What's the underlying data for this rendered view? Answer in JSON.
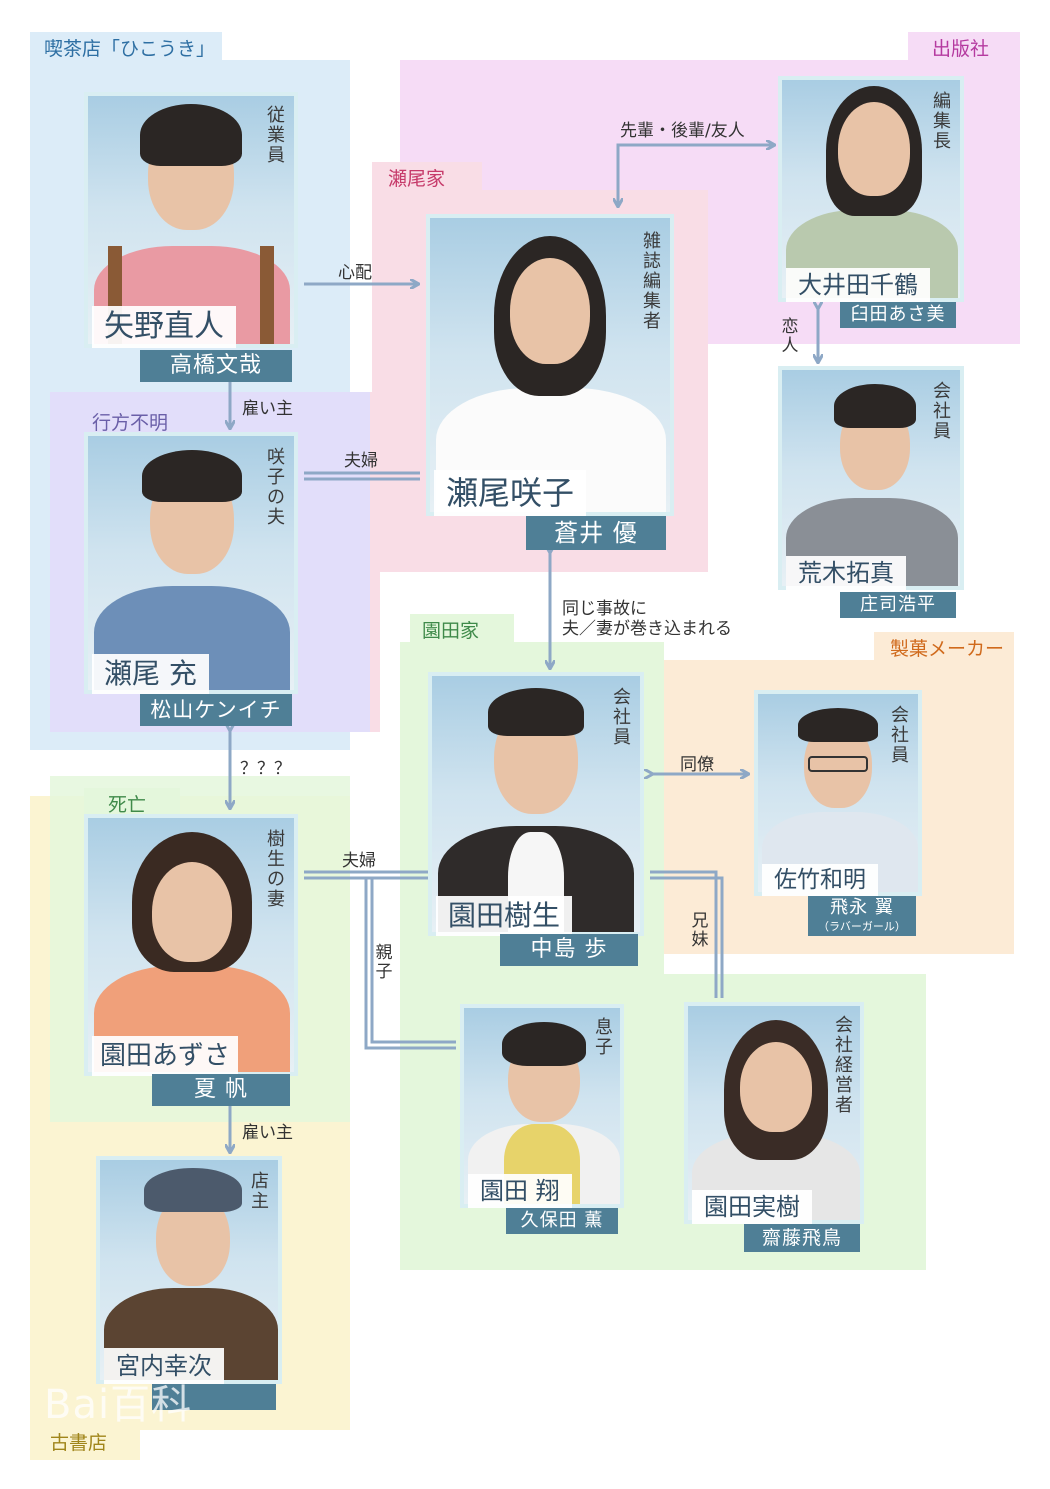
{
  "groups": {
    "kissaten": "喫茶店「ひこうき」",
    "shuppansha": "出版社",
    "seoke": "瀬尾家",
    "yukuefumei": "行方不明",
    "sonodake": "園田家",
    "seika": "製菓メーカー",
    "shibou": "死亡",
    "furushoten": "古書店"
  },
  "characters": {
    "yano": {
      "role": "従業員",
      "name": "矢野直人",
      "actor": "高橋文哉"
    },
    "saki": {
      "role": "雑誌編集者",
      "name": "瀬尾咲子",
      "actor": "蒼井 優"
    },
    "ooida": {
      "role": "編集長",
      "name": "大井田千鶴",
      "actor": "臼田あさ美"
    },
    "araki": {
      "role": "会社員",
      "name": "荒木拓真",
      "actor": "庄司浩平"
    },
    "mitsuru": {
      "role": "咲子の夫",
      "name": "瀬尾 充",
      "actor": "松山ケンイチ"
    },
    "itsuki": {
      "role": "会社員",
      "name": "園田樹生",
      "actor": "中島 歩"
    },
    "satake": {
      "role": "会社員",
      "name": "佐竹和明",
      "actor": "飛永 翼",
      "actor_note": "（ラバーガール）"
    },
    "azusa": {
      "role": "樹生の妻",
      "name": "園田あずさ",
      "actor": "夏 帆"
    },
    "sho": {
      "role": "息子",
      "name": "園田 翔",
      "actor": "久保田 薫"
    },
    "miki": {
      "role": "会社経営者",
      "name": "園田実樹",
      "actor": "齋藤飛鳥"
    },
    "miyauchi": {
      "role": "店主",
      "name": "宮内幸次",
      "actor": "　"
    }
  },
  "relations": {
    "shinpai": "心配",
    "senpai": "先輩・後輩/友人",
    "koibito": "恋人",
    "yatoinushi1": "雇い主",
    "fuufu1": "夫婦",
    "onaji_jiko": "同じ事故に",
    "onaji_jiko2": "夫／妻が巻き込まれる",
    "question": "？？？",
    "douryou": "同僚",
    "fuufu2": "夫婦",
    "oyako": "親子",
    "kyoudai": "兄妹",
    "yatoinushi2": "雇い主"
  },
  "watermark": "Bai百科",
  "colors": {
    "line": "#8ea8c6",
    "zone_blue": "#dcecf8",
    "zone_pink": "#f9dde6",
    "zone_violet": "#f6dcf6",
    "zone_green": "#e4f7dc",
    "zone_orange": "#fcebd6",
    "zone_yellow": "#fbf4d2",
    "zone_lavender": "#e2defa",
    "actor_bg": "#4f7f96"
  }
}
